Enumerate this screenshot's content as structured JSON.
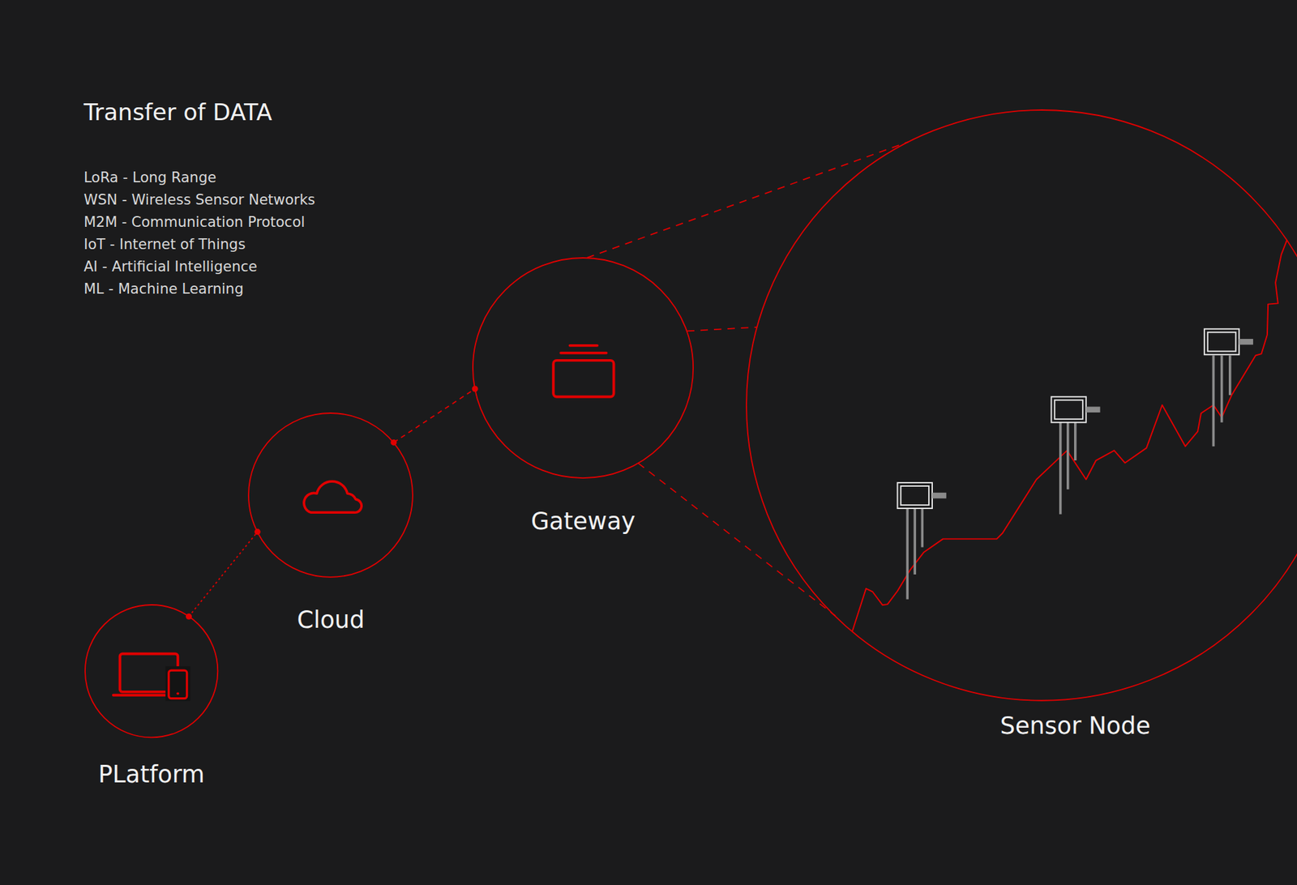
{
  "diagram": {
    "title": "Transfer of DATA",
    "nodes": [
      {
        "text": [
          "PLatform"
        ]
      },
      {
        "text": [
          "Cloud"
        ]
      },
      {
        "text": [
          "Gateway"
        ]
      },
      {
        "text": [
          "Sensor Node"
        ]
      }
    ],
    "edges": [
      {
        "from": 0,
        "to": 1,
        "arrow": "none"
      },
      {
        "from": 1,
        "to": 2,
        "arrow": "none"
      },
      {
        "from": 2,
        "to": 3,
        "arrow": "none"
      },
      {
        "from": 2,
        "to": 3,
        "arrow": "none"
      },
      {
        "from": 2,
        "to": 3,
        "arrow": "none"
      }
    ],
    "labels": [
      "LoRa - Long Range",
      "WSN - Wireless Sensor Networks",
      "M2M - Communication Protocol",
      "IoT - Internet of Things",
      "AI - Artificial Intelligence",
      "ML - Machine Learning"
    ]
  }
}
